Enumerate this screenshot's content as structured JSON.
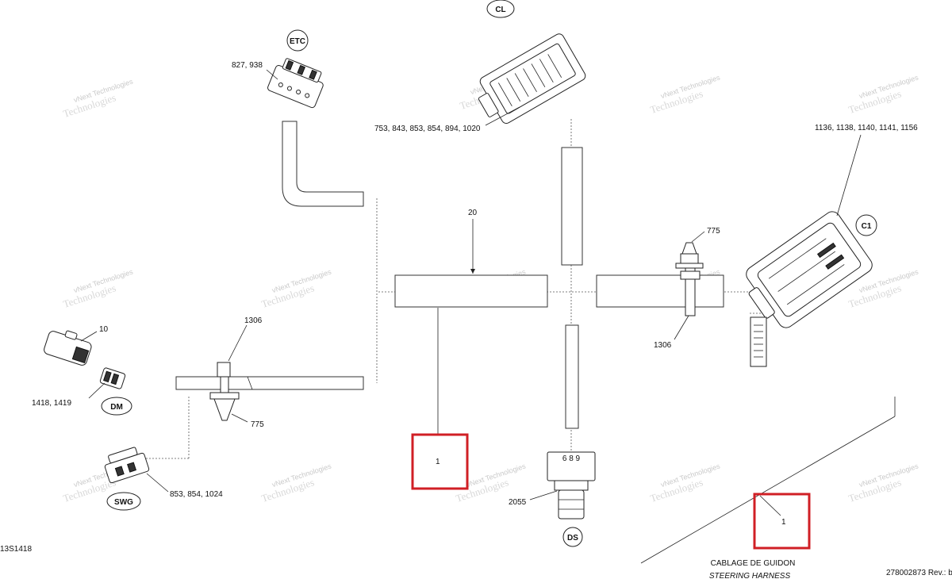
{
  "tags": {
    "etc": "ETC",
    "cl": "CL",
    "c1": "C1",
    "dm": "DM",
    "swg": "SWG",
    "ds": "DS"
  },
  "labels": {
    "etc_parts": "827, 938",
    "cl_parts": "753, 843, 853, 854, 894, 1020",
    "c1_parts": "1136, 1138, 1140, 1141, 1156",
    "harness_20": "20",
    "tie_775_right": "775",
    "tie_1306_right": "1306",
    "dm_part_10": "10",
    "dm_parts": "1418, 1419",
    "tie_1306_left": "1306",
    "tie_775_left": "775",
    "swg_parts": "853, 854, 1024",
    "ds_parts": "2055",
    "ds_pins": "6 8 9"
  },
  "callouts": {
    "box1_left": "1",
    "box1_right": "1"
  },
  "footer": {
    "figure_code": "13S1418",
    "title_fr": "CABLAGE DE GUIDON",
    "title_en": "STEERING HARNESS",
    "rev": "278002873 Rev.: b"
  },
  "watermark": {
    "line1": "vNext",
    "line2": "Technologies",
    "full": "vNext Technologies"
  },
  "colors": {
    "highlight": "#d01f25",
    "line": "#222222",
    "watermark": "#c9c9c9"
  }
}
